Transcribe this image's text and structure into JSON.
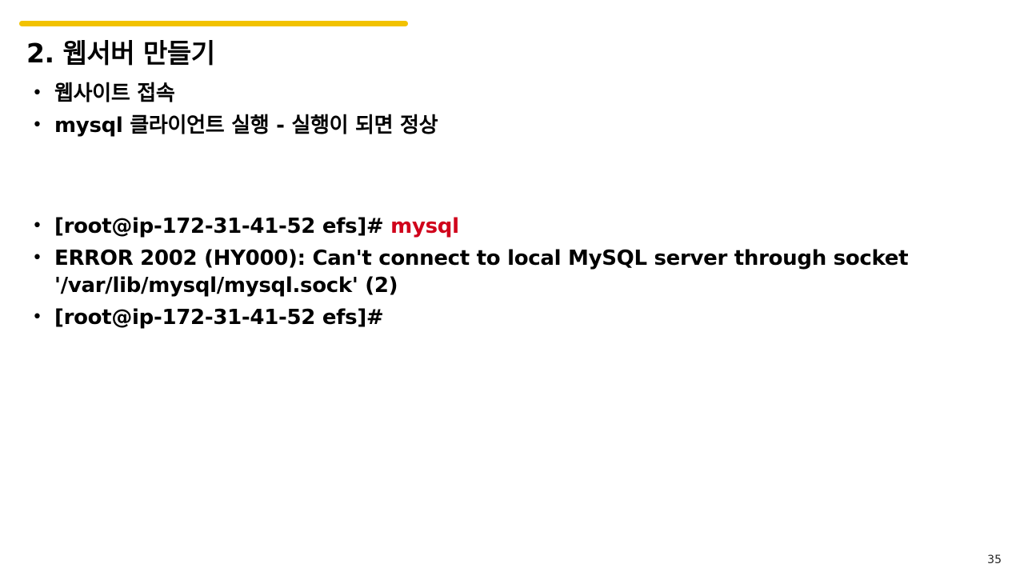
{
  "slide": {
    "title": "2. 웹서버 만들기",
    "page_number": "35",
    "accent_color": "#f2c200",
    "highlight_color": "#d0021b"
  },
  "bullets_top": [
    {
      "text": "웹사이트 접속"
    },
    {
      "text": "mysql 클라이언트 실행  - 실행이 되면 정상"
    }
  ],
  "bullets_console": [
    {
      "prompt": "[root@ip-172-31-41-52 efs]#",
      "command": "mysql"
    },
    {
      "text": "ERROR 2002 (HY000): Can't connect to local MySQL server through socket '/var/lib/mysql/mysql.sock' (2)"
    },
    {
      "text": "[root@ip-172-31-41-52 efs]#"
    }
  ]
}
